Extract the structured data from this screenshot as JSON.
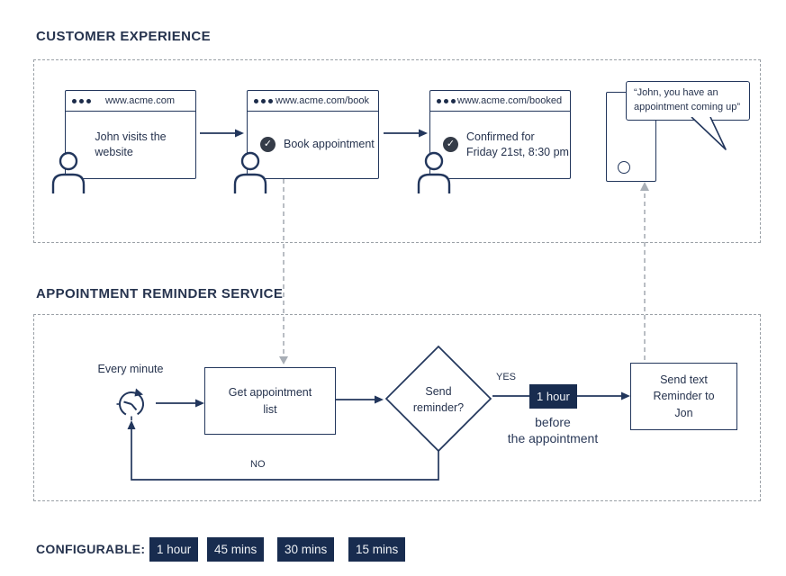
{
  "customer_section": {
    "title": "CUSTOMER EXPERIENCE",
    "steps": [
      {
        "url": "www.acme.com",
        "text": "John visits the\nwebsite"
      },
      {
        "url": "www.acme.com/book",
        "text": "Book appointment"
      },
      {
        "url": "www.acme.com/booked",
        "text": "Confirmed for\nFriday 21st, 8:30 pm"
      }
    ],
    "sms_text": "“John, you have an\nappointment coming up”"
  },
  "service_section": {
    "title": "APPOINTMENT REMINDER SERVICE",
    "trigger_label": "Every minute",
    "process_label": "Get appointment\nlist",
    "decision_label": "Send\nreminder?",
    "yes_label": "YES",
    "no_label": "NO",
    "interval_value": "1 hour",
    "interval_caption": "before\nthe appointment",
    "action_label": "Send text\nReminder to\nJon"
  },
  "configurable": {
    "label": "CONFIGURABLE:",
    "options": [
      "1 hour",
      "45 mins",
      "30 mins",
      "15 mins"
    ]
  },
  "icons": {
    "check": "✓"
  },
  "colors": {
    "navy": "#22365c",
    "chip_bg": "#182c4f",
    "check_bg": "#353c48",
    "dashed_gray": "#9aa0a6",
    "connector_gray": "#a8aeb6"
  }
}
